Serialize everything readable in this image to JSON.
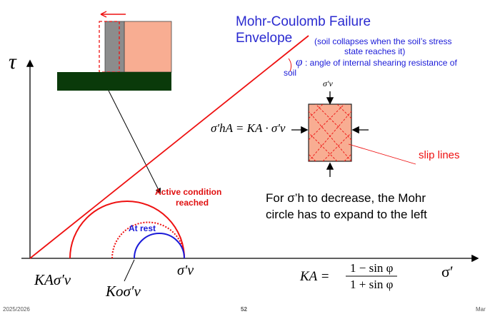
{
  "title": "Mohr-Coulomb Failure Envelope",
  "title_line1": "Mohr-Coulomb Failure",
  "title_line2": "Envelope",
  "note_collapse_line1": "(soil collapses when the soil’s stress",
  "note_collapse_line2": "state reaches it)",
  "phi_symbol": "φ",
  "phi_note_line1": ": angle of internal shearing resistance of",
  "phi_note_line2": "soil",
  "tau_axis": "τ",
  "sigma_axis": "σ′",
  "sigma_v_top": "σ′v",
  "equation_lhs": "σ′hA = KA · σ′v",
  "slip_lines_label": "slip lines",
  "decrease_line1": "For σ’h to decrease, the Mohr",
  "decrease_line2": "circle has to expand to the left",
  "active_line1": "Active condition",
  "active_line2": "reached",
  "at_rest_label": "At rest",
  "ka_sigma_label": "KAσ′v",
  "ko_sigma_label": "Koσ′v",
  "sigma_v_axis_label": "σ′v",
  "ka_formula_lhs": "KA =",
  "ka_numerator": "1 − sin φ",
  "ka_denominator": "1 + sin φ",
  "footer_year": "2025/2026",
  "footer_page": "52",
  "footer_right": "Mar",
  "colors": {
    "envelope_red": "#ee1111",
    "title_blue": "#2a2ad0",
    "wall_gray": "#8c8c8c",
    "soil_salmon": "#f8ad92",
    "base_green": "#0a3a0a",
    "at_rest_blue": "#1a1ad8"
  }
}
